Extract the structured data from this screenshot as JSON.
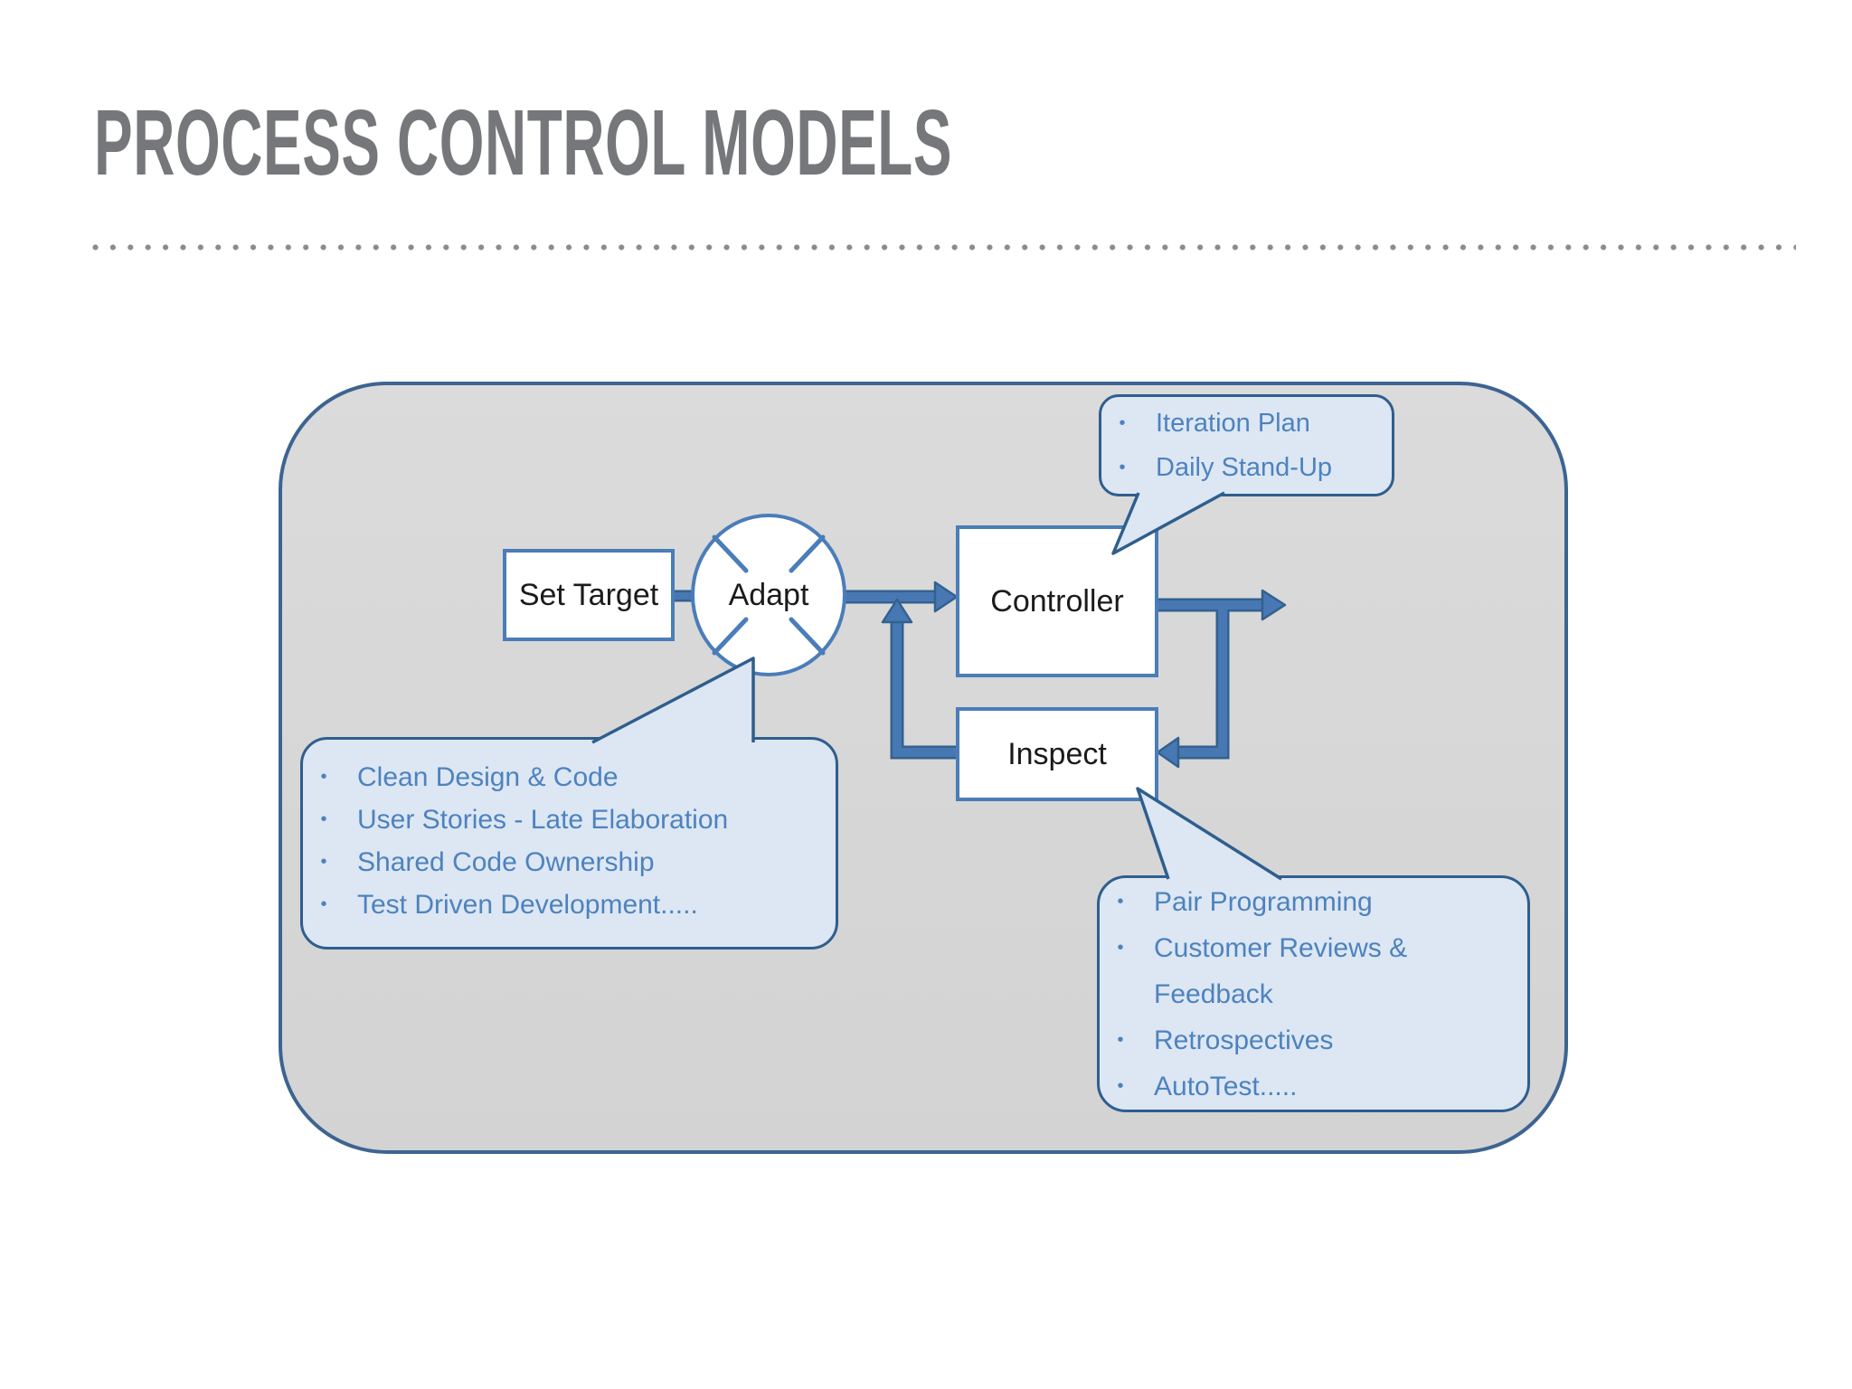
{
  "title": "PROCESS CONTROL MODELS",
  "diagram": {
    "nodes": {
      "set_target": {
        "label": "Set Target"
      },
      "adapt": {
        "label": "Adapt"
      },
      "controller": {
        "label": "Controller"
      },
      "inspect": {
        "label": "Inspect"
      }
    },
    "callouts": {
      "controller_practices": {
        "attached_to": "Controller",
        "items": [
          {
            "bullet": "•",
            "text": "Iteration Plan"
          },
          {
            "bullet": "•",
            "text": "Daily Stand-Up"
          }
        ]
      },
      "adapt_practices": {
        "attached_to": "Adapt",
        "items": [
          {
            "bullet": "•",
            "text": "Clean Design & Code"
          },
          {
            "bullet": "•",
            "text": "User Stories - Late Elaboration"
          },
          {
            "bullet": "•",
            "text": "Shared Code Ownership"
          },
          {
            "bullet": "•",
            "text": "Test Driven Development....."
          }
        ]
      },
      "inspect_practices": {
        "attached_to": "Inspect",
        "items": [
          {
            "bullet": "•",
            "text": "Pair Programming"
          },
          {
            "bullet": "•",
            "text": "Customer Reviews &"
          },
          {
            "bullet": "",
            "text": "Feedback"
          },
          {
            "bullet": "•",
            "text": "Retrospectives"
          },
          {
            "bullet": "•",
            "text": "AutoTest....."
          }
        ]
      }
    },
    "colors": {
      "accent_blue": "#4a7db9",
      "arrow_blue": "#4778b3",
      "callout_fill": "#dce7f3",
      "callout_border": "#2f5e8e",
      "panel_fill": "#d7d7d7",
      "panel_border": "#3d6491",
      "title_gray": "#76777a",
      "list_text_blue": "#4e82be"
    }
  }
}
